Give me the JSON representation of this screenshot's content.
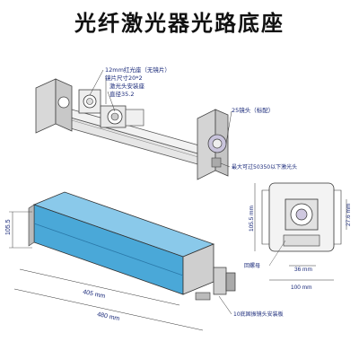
{
  "title": "光纤激光器光路底座",
  "top_callouts": {
    "mirror_red": "12mm红光座（无镜片）",
    "mirror_size": "镜片尺寸20*2",
    "head_mount": "激光头安装座",
    "head_dia": "直径35.2",
    "ring_25": "25镜头（标配）",
    "max_head": "最大可过50350以下激光头"
  },
  "bottom_callouts": {
    "mirror_bracket": "10底固振镜头安装板"
  },
  "dimensions": {
    "height_left": "105.5",
    "length_405": "405 mm",
    "length_480": "480 mm",
    "end_height": "105.5 mm",
    "end_small": "27.6 mm",
    "end_36": "36 mm",
    "end_width": "100 mm",
    "end_label": "回螺母"
  },
  "colors": {
    "text": "#1a2a7a",
    "profile_blue": "#4aa8d8",
    "metal": "#b8b8b8"
  }
}
